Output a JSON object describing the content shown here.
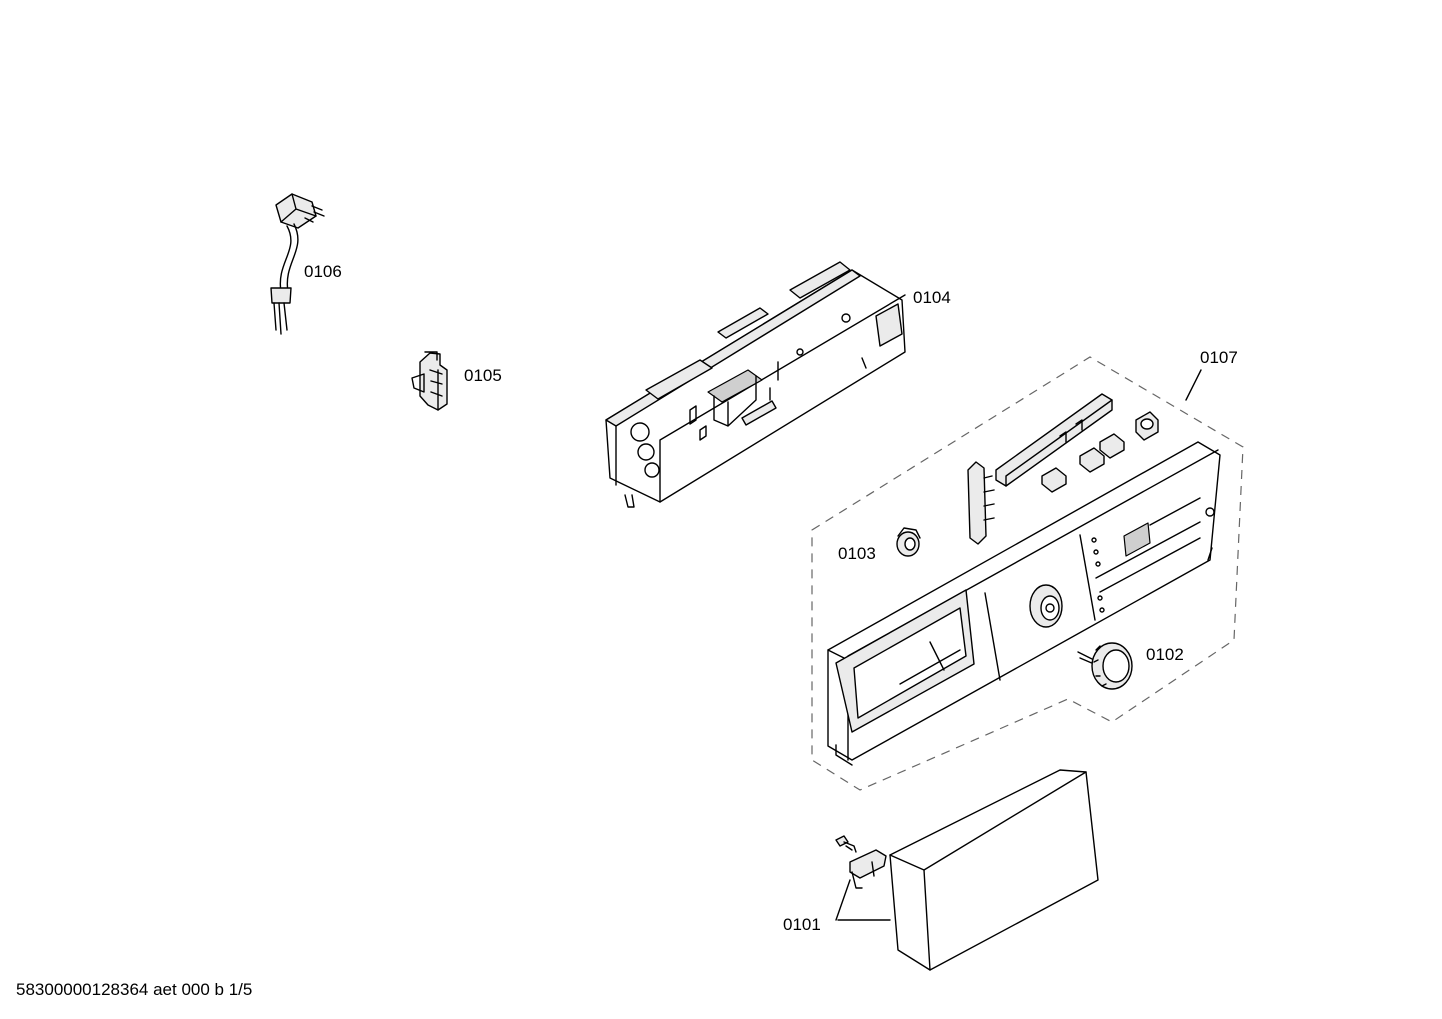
{
  "parts": {
    "p0101": "0101",
    "p0102": "0102",
    "p0103": "0103",
    "p0104": "0104",
    "p0105": "0105",
    "p0106": "0106",
    "p0107": "0107"
  },
  "footer": "58300000128364 aet 000 b 1/5"
}
